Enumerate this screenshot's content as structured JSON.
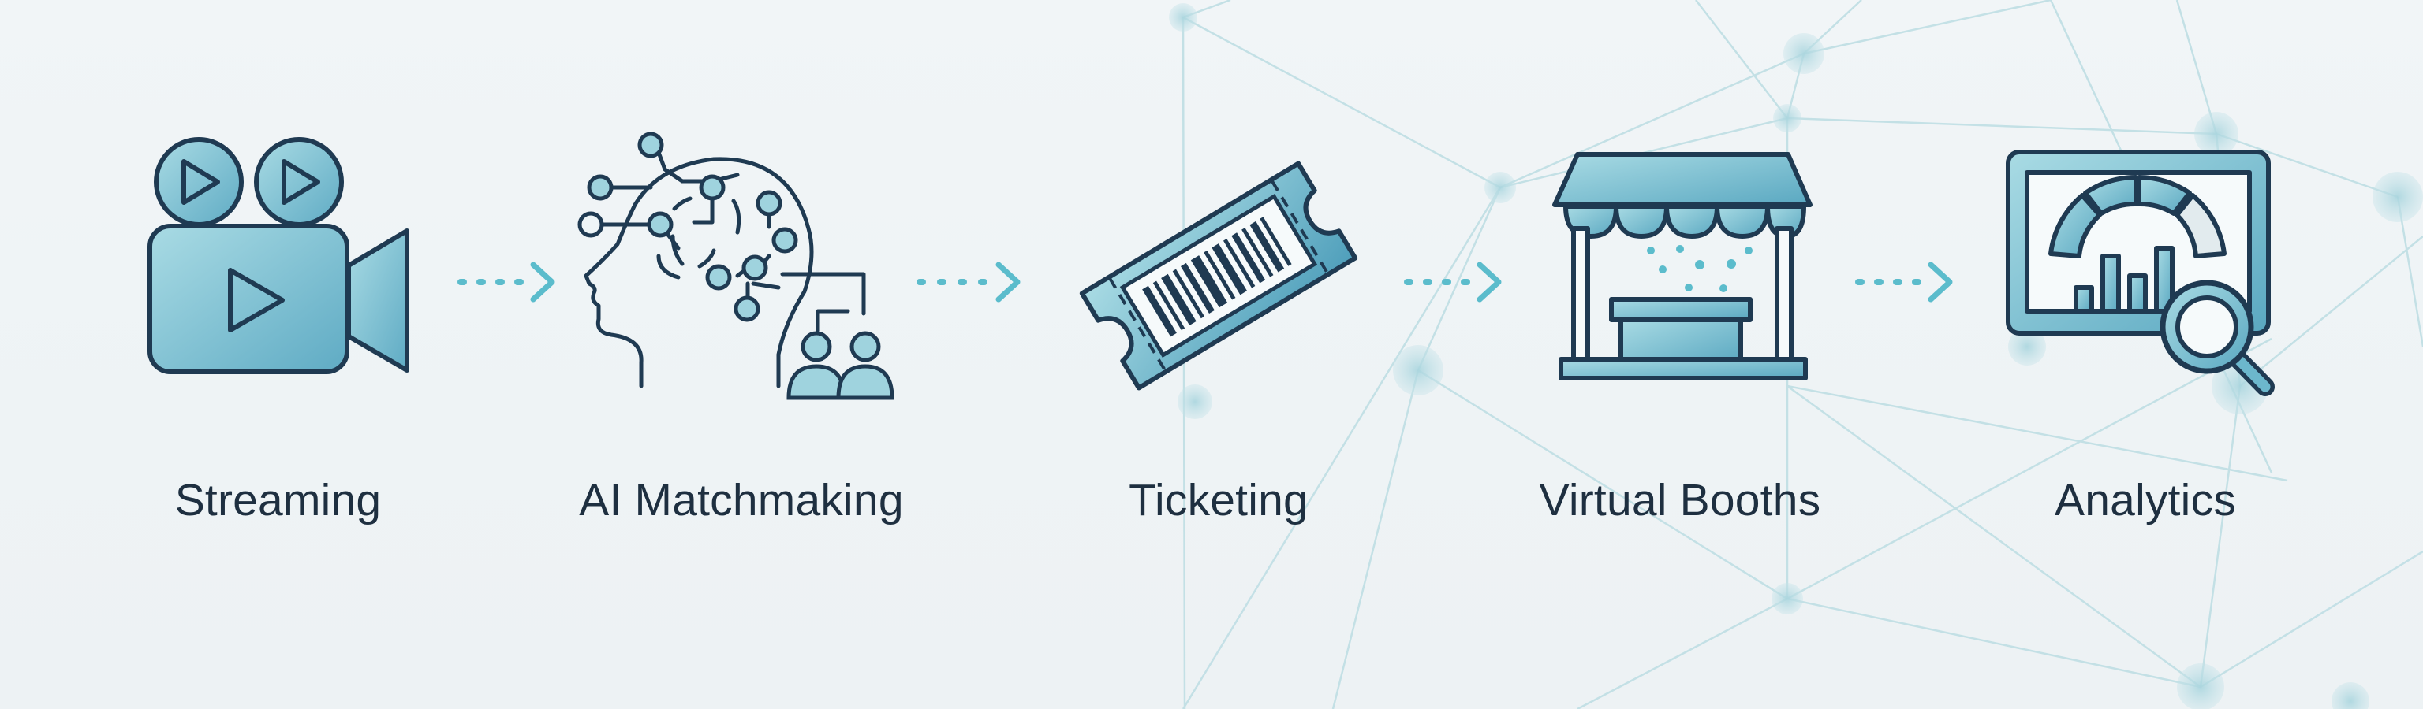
{
  "steps": [
    {
      "label": "Streaming",
      "icon": "video-camera-icon"
    },
    {
      "label": "AI Matchmaking",
      "icon": "ai-head-network-icon"
    },
    {
      "label": "Ticketing",
      "icon": "barcode-ticket-icon"
    },
    {
      "label": "Virtual Booths",
      "icon": "booth-stall-icon"
    },
    {
      "label": "Analytics",
      "icon": "dashboard-magnifier-icon"
    }
  ],
  "connectors": [
    "dotted-arrow-icon",
    "dotted-arrow-icon",
    "dotted-arrow-icon",
    "dotted-arrow-icon"
  ],
  "colors": {
    "background": "#eef3f5",
    "icon_fill_light": "#a8d8e2",
    "icon_fill_dark": "#5aa9c2",
    "outline": "#1f3a52",
    "arrow": "#5bbccc",
    "label": "#1e2f40",
    "network": "#b9dbe2"
  }
}
